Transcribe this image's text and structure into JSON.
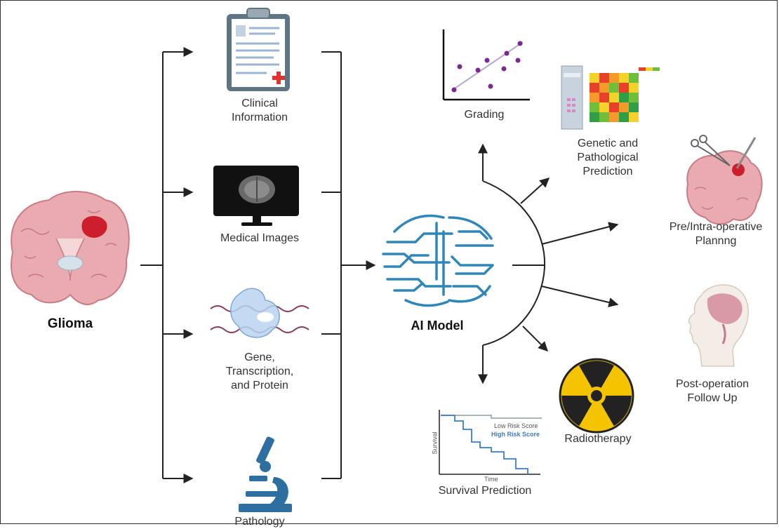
{
  "diagram": {
    "source": {
      "label": "Glioma"
    },
    "inputs": [
      {
        "id": "clinical",
        "label": "Clinical\nInformation"
      },
      {
        "id": "imaging",
        "label": "Medical Images"
      },
      {
        "id": "gene",
        "label": "Gene,\nTranscription,\nand Protein"
      },
      {
        "id": "pathology",
        "label": "Pathology"
      }
    ],
    "model": {
      "label": "AI Model"
    },
    "outputs": [
      {
        "id": "grading",
        "label": "Grading"
      },
      {
        "id": "genetic",
        "label": "Genetic and\nPathological\nPrediction"
      },
      {
        "id": "planning",
        "label": "Pre/Intra-operative\nPlannng"
      },
      {
        "id": "followup",
        "label": "Post-operation\nFollow Up"
      },
      {
        "id": "radiotherapy",
        "label": "Radiotherapy"
      },
      {
        "id": "survival",
        "label": "Survival Prediction"
      }
    ],
    "survival_plot": {
      "legend_low": "Low Risk Score",
      "legend_high": "High Risk Score",
      "xlabel": "Time",
      "ylabel": "Survival"
    },
    "colors": {
      "arrow": "#222222",
      "brain_pink": "#e8a7ad",
      "tumor_red": "#cc1f2b",
      "ai_blue": "#2f86b8",
      "radiation_yellow": "#f5c400",
      "scatter_purple": "#7a2a8c",
      "microscope_blue": "#2d6fa0"
    }
  }
}
